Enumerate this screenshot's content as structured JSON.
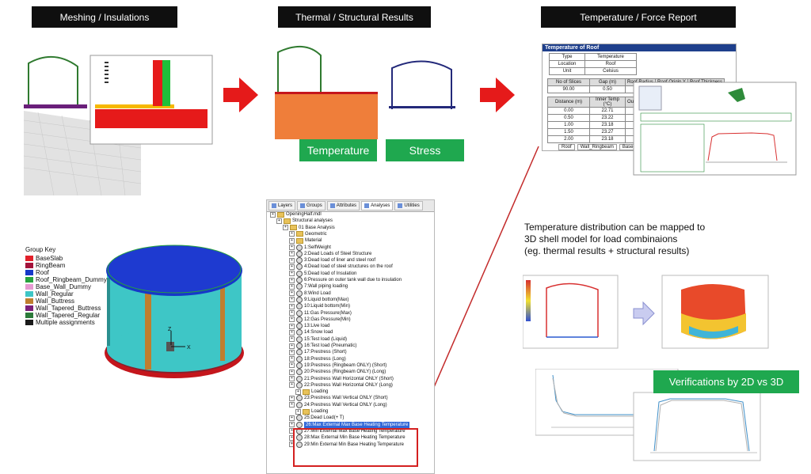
{
  "headers": {
    "meshing": "Meshing / Insulations",
    "thermal": "Thermal / Structural Results",
    "report": "Temperature / Force Report"
  },
  "buttons": {
    "temperature": "Temperature",
    "stress": "Stress",
    "verifications": "Verifications by  2D vs 3D"
  },
  "description": {
    "line1": "Temperature distribution can be mapped to",
    "line2": "3D shell model for load combinaions",
    "line3": "(eg. thermal results + structural results)"
  },
  "group_key": {
    "title": "Group Key",
    "items": [
      {
        "label": "BaseSlab",
        "color": "#e2202a"
      },
      {
        "label": "RingBeam",
        "color": "#a3123a"
      },
      {
        "label": "Roof",
        "color": "#1638c8"
      },
      {
        "label": "Roof_Ringbeam_Dummy",
        "color": "#27a33d"
      },
      {
        "label": "Base_Wall_Dummy",
        "color": "#e69ad2"
      },
      {
        "label": "Wall_Regular",
        "color": "#3ec6c6"
      },
      {
        "label": "Wall_Buttress",
        "color": "#bf7e2e"
      },
      {
        "label": "Wall_Tapered_Buttress",
        "color": "#7b1f7a"
      },
      {
        "label": "Wall_Tapered_Regular",
        "color": "#2c7a3a"
      },
      {
        "label": "Multiple assignments",
        "color": "#1a1a1a"
      }
    ]
  },
  "tree": {
    "tabs": [
      "Layers",
      "Groups",
      "Attributes",
      "Analyses",
      "Utilities"
    ],
    "rows": [
      "OpeningHalf.mdl",
      "Structural analyses",
      "01 Base Analysis",
      "Geometric",
      "Material",
      "1:SelfWeight",
      "2:Dead Loads of Steel Structure",
      "3:Dead load of liner and steel roof",
      "4:Dead load of steel structures on the roof",
      "5:Dead load of Insulation",
      "6:Pressure on outer tank wall due to insulation",
      "7:Wall piping loading",
      "8:Wind Load",
      "9:Liquid bottom(Max)",
      "10:Liquid bottom(Min)",
      "11:Gas Pressure(Max)",
      "12:Gas Pressure(Min)",
      "13:Live load",
      "14:Snow load",
      "15:Test load (Liquid)",
      "16:Test load (Pneumatic)",
      "17:Prestress (Short)",
      "18:Prestress (Long)",
      "19:Prestress (Ringbeam ONLY) (Short)",
      "20:Prestress (Ringbeam ONLY) (Long)",
      "21:Prestress Wall Horizontal ONLY (Short)",
      "22:Prestress Wall Horizontal ONLY (Long)",
      "Loading",
      "23:Prestress Wall Vertical ONLY (Short)",
      "24:Prestress Wall Vertical ONLY (Long)",
      "Loading",
      "25:Dead Load(+ T)",
      "26:Max External Max Base Heating Temperature",
      "27:Min External Max Base Heating Temperature",
      "28:Max External Min Base Heating Temperature",
      "29:Min External Min Base Heating Temperature"
    ]
  },
  "report_table": {
    "title": "Temperature of Roof",
    "type_label": "Type",
    "type_value": "Temperature",
    "location_label": "Location",
    "location_value": "Roof",
    "unit_label": "Unit",
    "unit_value": "Celsius",
    "col1": "No of Slices",
    "col2": "Gap (m)",
    "col3": "Roof Radius",
    "col4": "Roof Origin Y",
    "col5": "Roof Thickness",
    "slices": "90.00",
    "gap": "0.50",
    "dist_label": "Distance (m)",
    "temp_label": "Inner Temp (°C)",
    "out_label": "Ou",
    "distances": [
      "0.00",
      "0.50",
      "1.00",
      "1.50",
      "2.00"
    ],
    "temps": [
      "22.71",
      "23.22",
      "23.18",
      "23.27",
      "23.18"
    ],
    "sheets": [
      "Roof",
      "Wall_Ringbeam",
      "Base"
    ]
  }
}
